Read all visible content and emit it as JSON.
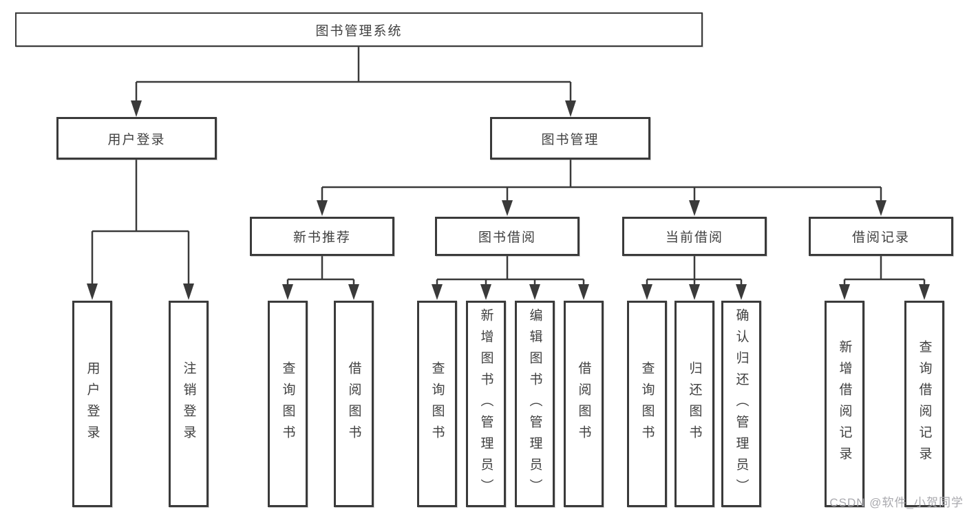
{
  "diagram": {
    "root": {
      "label": "图书管理系统"
    },
    "branches": [
      {
        "label": "用户登录",
        "children": [
          {
            "label": "用户登录"
          },
          {
            "label": "注销登录"
          }
        ]
      },
      {
        "label": "图书管理",
        "children": [
          {
            "label": "新书推荐",
            "children": [
              {
                "label": "查询图书"
              },
              {
                "label": "借阅图书"
              }
            ]
          },
          {
            "label": "图书借阅",
            "children": [
              {
                "label": "查询图书"
              },
              {
                "label": "新增图书（管理员）"
              },
              {
                "label": "编辑图书（管理员）"
              },
              {
                "label": "借阅图书"
              }
            ]
          },
          {
            "label": "当前借阅",
            "children": [
              {
                "label": "查询图书"
              },
              {
                "label": "归还图书"
              },
              {
                "label": "确认归还（管理员）"
              }
            ]
          },
          {
            "label": "借阅记录",
            "children": [
              {
                "label": "新增借阅记录"
              },
              {
                "label": "查询借阅记录"
              }
            ]
          }
        ]
      }
    ],
    "watermark": "CSDN @软件_小贺同学",
    "colors": {
      "line": "#3a3a3a",
      "text": "#404040",
      "watermark": "#a9a9ae",
      "background": "#ffffff"
    }
  }
}
